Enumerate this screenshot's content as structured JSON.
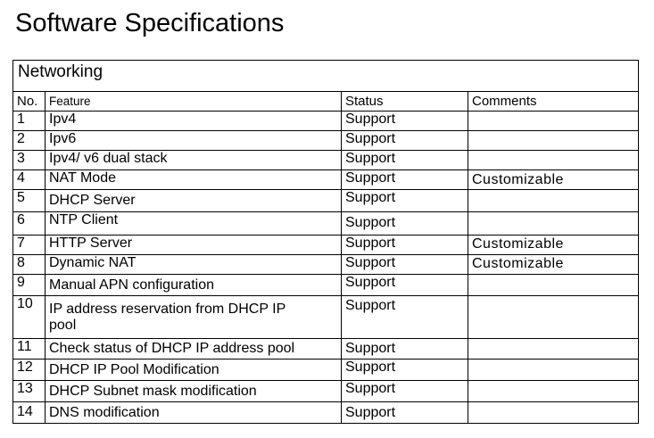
{
  "document": {
    "title": "Software Specifications"
  },
  "table": {
    "section": "Networking",
    "headers": {
      "no": "No.",
      "feature": "Feature",
      "status": "Status",
      "comments": "Comments"
    },
    "rows": [
      {
        "no": "1",
        "feature": "Ipv4",
        "status": "Support",
        "comments": ""
      },
      {
        "no": "2",
        "feature": "Ipv6",
        "status": "Support",
        "comments": ""
      },
      {
        "no": "3",
        "feature": "Ipv4/ v6 dual stack",
        "status": "Support",
        "comments": ""
      },
      {
        "no": "4",
        "feature": "NAT Mode",
        "status": "Support",
        "comments": "Customizable"
      },
      {
        "no": "5",
        "feature": "DHCP Server",
        "status": "Support",
        "comments": ""
      },
      {
        "no": "6",
        "feature": "NTP Client",
        "status": "Support",
        "comments": ""
      },
      {
        "no": "7",
        "feature": "HTTP Server",
        "status": "Support",
        "comments": "Customizable"
      },
      {
        "no": "8",
        "feature": "Dynamic NAT",
        "status": "Support",
        "comments": "Customizable"
      },
      {
        "no": "9",
        "feature": "Manual APN configuration",
        "status": "Support",
        "comments": ""
      },
      {
        "no": "10",
        "feature": "IP address reservation from DHCP IP pool",
        "status": "Support",
        "comments": ""
      },
      {
        "no": "11",
        "feature": "Check status of DHCP IP address pool",
        "status": "Support",
        "comments": ""
      },
      {
        "no": "12",
        "feature": "DHCP IP Pool Modification",
        "status": "Support",
        "comments": ""
      },
      {
        "no": "13",
        "feature": "DHCP Subnet mask modification",
        "status": "Support",
        "comments": ""
      },
      {
        "no": "14",
        "feature": "DNS modification",
        "status": "Support",
        "comments": ""
      }
    ]
  }
}
